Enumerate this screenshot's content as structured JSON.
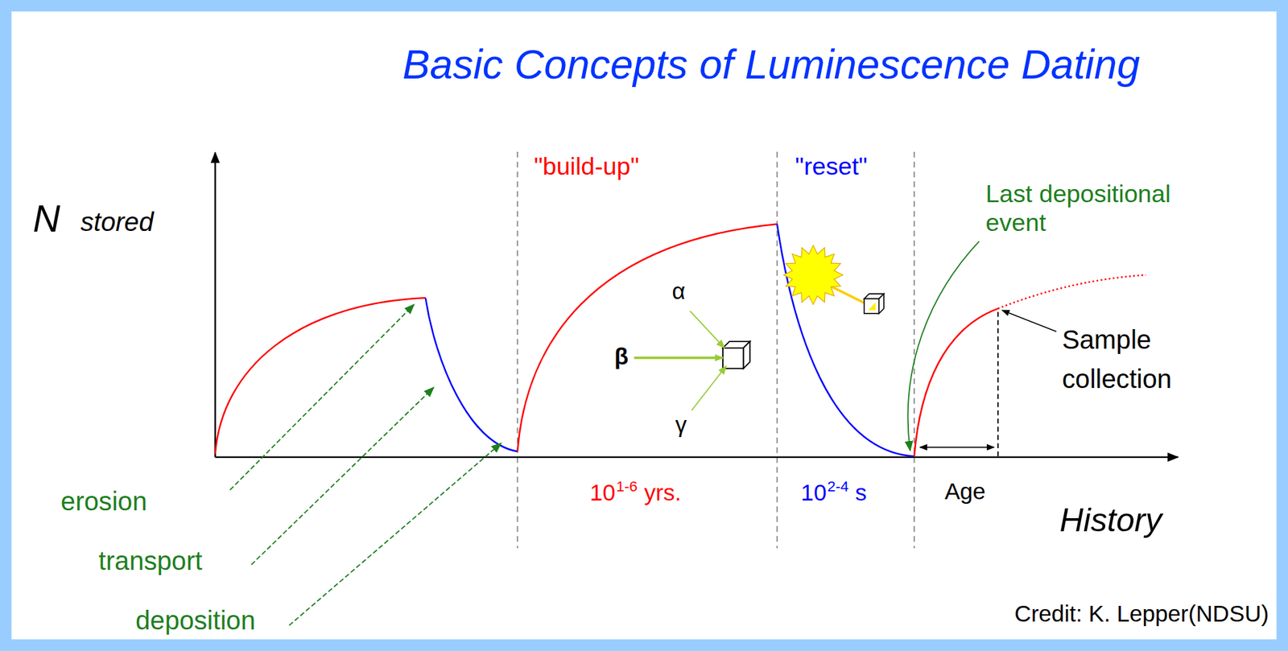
{
  "diagram": {
    "title": "Basic Concepts of Luminescence Dating",
    "labels": [
      "N",
      "stored",
      "History",
      "\"build-up\"",
      "\"reset\"",
      "Last depositional event",
      "10",
      "1-6",
      "yrs.",
      "10",
      "2-4",
      "s",
      "Age",
      "Sample collection",
      "α",
      "β",
      "γ",
      "erosion",
      "transport",
      "deposition",
      "Credit: K. Lepper(NDSU)"
    ]
  }
}
